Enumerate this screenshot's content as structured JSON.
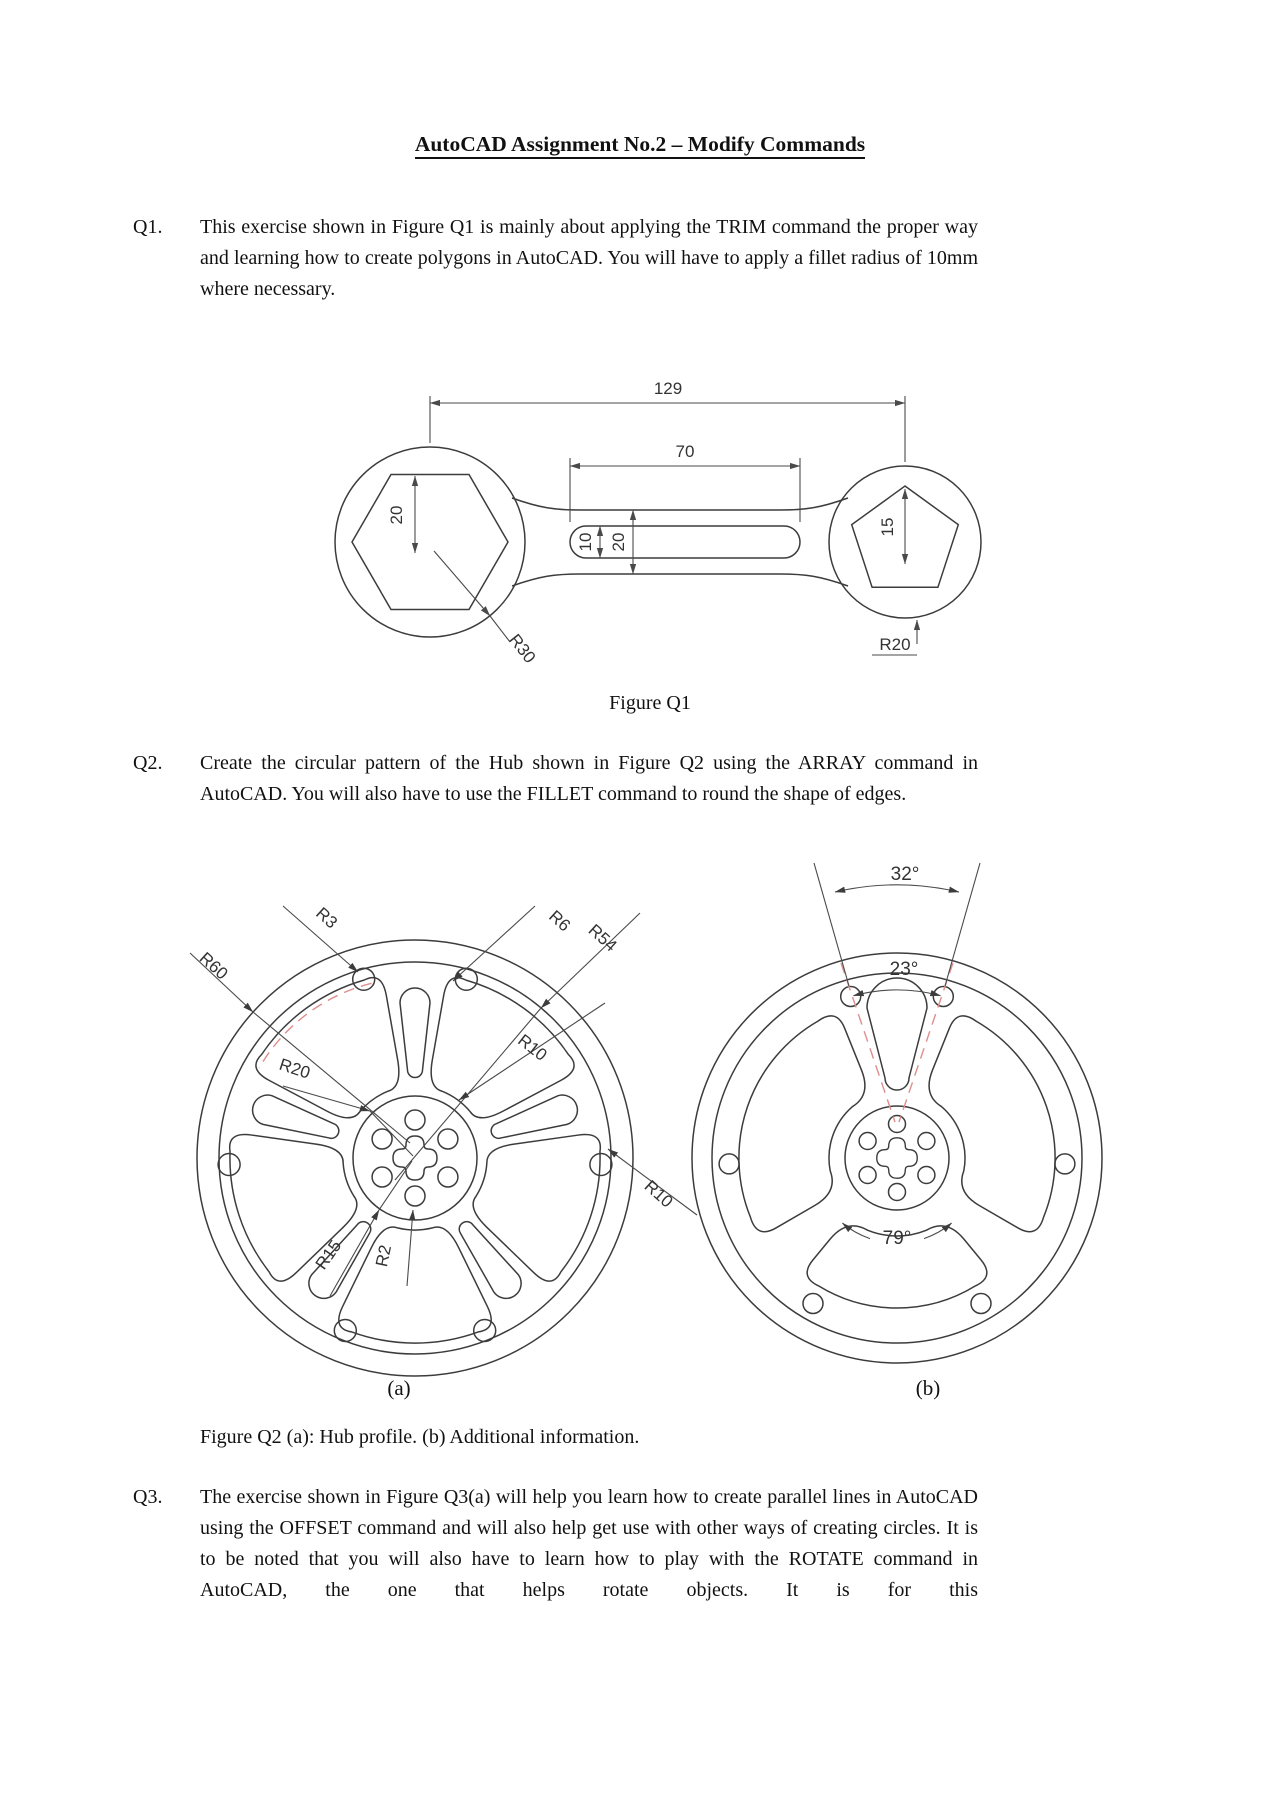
{
  "header": {
    "title": "AutoCAD Assignment No.2 – Modify Commands"
  },
  "questions": [
    {
      "number": "Q1.",
      "text": "This exercise shown in Figure Q1 is mainly about applying the TRIM command the proper way and learning how to create polygons in AutoCAD. You will have to apply a fillet radius of 10mm where necessary."
    },
    {
      "number": "Q2.",
      "text": "Create the circular pattern of the Hub shown in Figure Q2 using the ARRAY command in AutoCAD. You will also have to use the FILLET command to round the shape of edges."
    },
    {
      "number": "Q3.",
      "text": "The exercise shown in Figure Q3(a) will help you learn how to create parallel lines in AutoCAD using the OFFSET command and will also help get use with other ways of creating circles. It is to be noted that you will also have to learn how to play with the ROTATE command in AutoCAD, the one that helps rotate objects. It is for this"
    }
  ],
  "figure_q1": {
    "caption": "Figure Q1",
    "dim_overall_length": "129",
    "dim_slot_length": "70",
    "dim_hex_size": "20",
    "dim_slot_height": "10",
    "dim_shaft_height": "20",
    "dim_pentagon_size": "15",
    "radius_left_circle": "R30",
    "radius_right_circle": "R20"
  },
  "figure_q2": {
    "caption": "Figure Q2 (a): Hub profile. (b) Additional information.",
    "sub_a": "(a)",
    "sub_b": "(b)",
    "a": {
      "r_outer": "R60",
      "r_hole": "R3",
      "r_slot_end": "R6",
      "r_rim_inner": "R54",
      "r_fillet": "R10",
      "r_hub": "R20",
      "r_hub_inner": "R15",
      "r_small_hole": "R2",
      "r_fillet_side": "R10"
    },
    "b": {
      "angle_holes": "32°",
      "angle_slot": "23°",
      "angle_bottom": "79°"
    }
  },
  "colors": {
    "line": "#3c3c3c",
    "red_dash": "#e08d8d"
  }
}
